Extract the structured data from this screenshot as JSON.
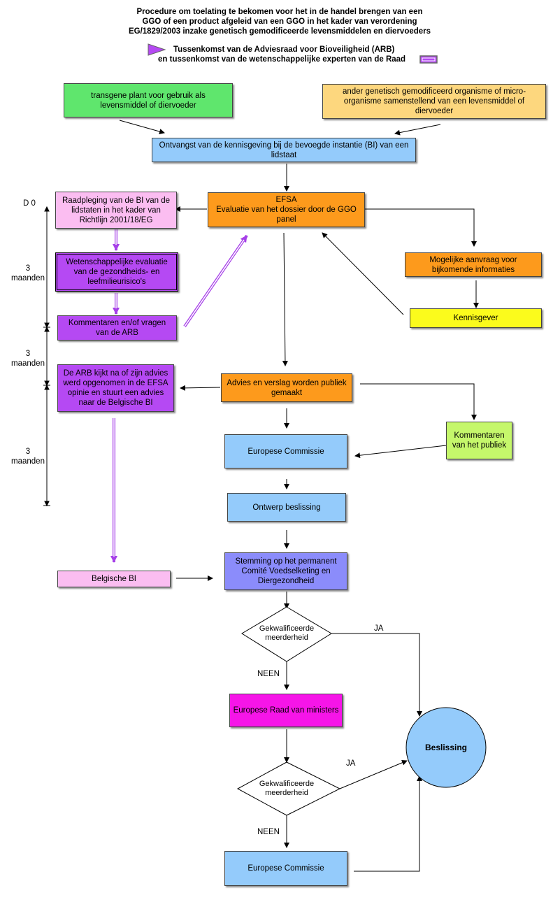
{
  "title": {
    "line1": "Procedure om toelating te bekomen voor het in de handel brengen van een",
    "line2": "GGO of een product afgeleid van een GGO  in het kader van  verordening",
    "line3": "EG/1829/2003 inzake genetisch gemodificeerde levensmiddelen en diervoeders"
  },
  "legend": {
    "line1": "Tussenkomst van de Adviesraad voor Bioveiligheid (ARB)",
    "line2": "en tussenkomst van de wetenschappelijke experten van de Raad"
  },
  "nodes": {
    "transgene_plant": "transgene plant voor gebruik als levensmiddel of diervoeder",
    "ander_ggo": "ander genetisch gemodificeerd organisme of micro-organisme samenstellend van een  levensmiddel of diervoeder",
    "ontvangst": "Ontvangst van de kennisgeving bij de bevoegde instantie (BI) van een lidstaat",
    "efsa_title": "EFSA",
    "efsa_body": "Evaluatie van het dossier door de GGO panel",
    "raadpleging": "Raadpleging van de BI van de lidstaten in het kader van Richtlijn  2001/18/EG",
    "wetenschappelijke": "Wetenschappelijke evaluatie van de gezondheids- en leefmilieurisico's",
    "kommentaren_arb": "Kommentaren en/of vragen van de ARB",
    "mogelijke": "Mogelijke aanvraag voor bijkomende informaties",
    "kennisgever": "Kennisgever",
    "arb_kijkt": "De ARB kijkt na of zijn advies werd opgenomen in de EFSA opinie en stuurt een advies naar de Belgische BI",
    "advies": "Advies en verslag worden publiek gemaakt",
    "kommentaren_publiek": "Kommentaren van het publiek",
    "europese_commissie_1": "Europese Commissie",
    "ontwerp": "Ontwerp beslissing",
    "belgische_bi": "Belgische BI",
    "stemming": "Stemming op het permanent Comité Voedselketing en Diergezondheid",
    "gekwalificeerde_1": "Gekwalificeerde meerderheid",
    "europese_raad": "Europese Raad van ministers",
    "gekwalificeerde_2": "Gekwalificeerde meerderheid",
    "europese_commissie_2": "Europese Commissie",
    "beslissing": "Beslissing"
  },
  "edge_labels": {
    "ja_1": "JA",
    "neen_1": "NEEN",
    "ja_2": "JA",
    "neen_2": "NEEN"
  },
  "timeline": {
    "d0": "D 0",
    "period1_num": "3",
    "period1_unit": "maanden",
    "period2_num": "3",
    "period2_unit": "maanden",
    "period3_num": "3",
    "period3_unit": "maanden"
  },
  "colors": {
    "green": "#5fe66d",
    "yellow_orange": "#fdd77e",
    "light_blue": "#94cbfb",
    "orange": "#fd9a1c",
    "pink": "#fbbdf1",
    "purple": "#b549f3",
    "yellow": "#fbfb1c",
    "light_green": "#c5f76b",
    "periwinkle": "#8b8cfb",
    "magenta": "#f615e8"
  }
}
